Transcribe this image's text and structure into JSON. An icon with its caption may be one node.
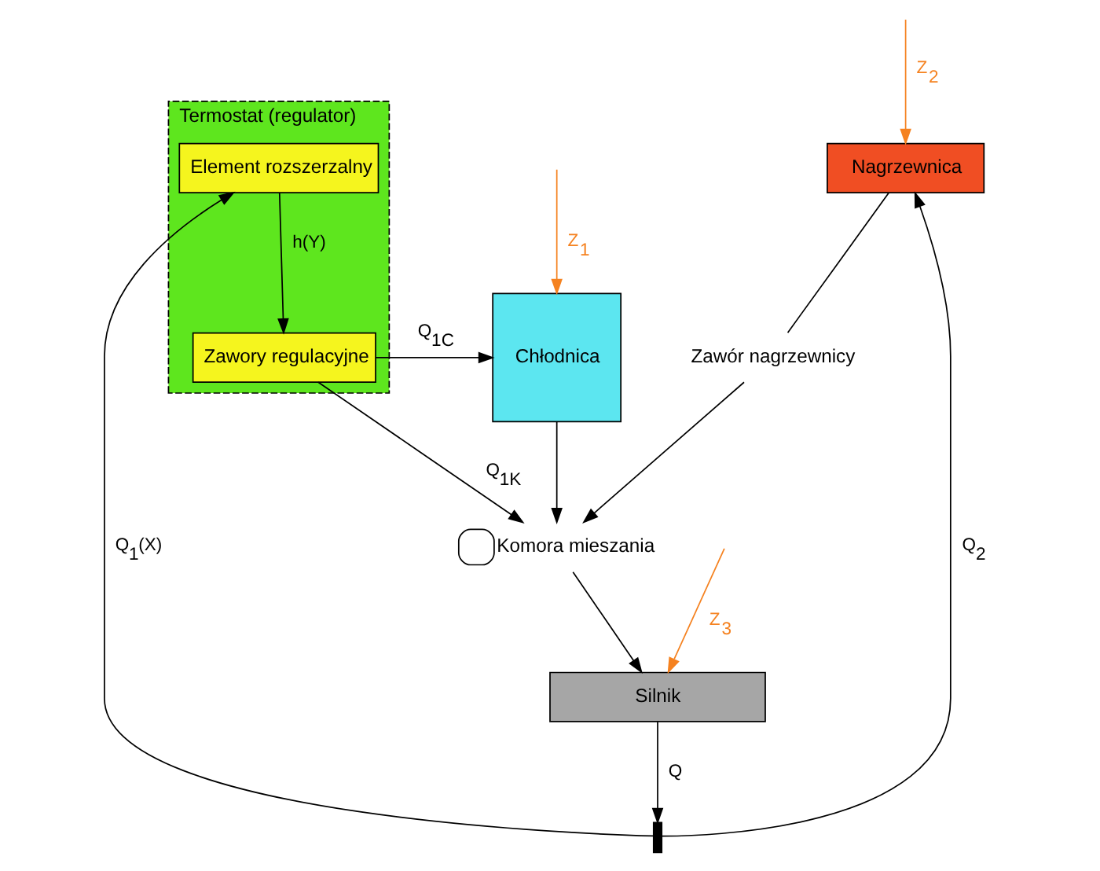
{
  "diagram": {
    "nodes": [
      {
        "text": [
          "Nagrzewnica"
        ]
      },
      {
        "text": [
          "Zawór nagrzewnicy"
        ]
      },
      {
        "text": [
          "Komora mieszania"
        ]
      },
      {
        "text": [
          "Silnik"
        ]
      },
      {
        "text": [],
        "shape": "bar"
      },
      {
        "text": [
          "Chłodnica"
        ]
      },
      {
        "text": [
          "Termostat (regulator)"
        ]
      },
      {
        "text": [
          "Zawory regulacyjne"
        ],
        "in": 6
      },
      {
        "text": [
          "Element rozszerzalny"
        ],
        "in": 6
      }
    ],
    "edges": [
      {
        "from": 4,
        "to": 0,
        "arrow": "to",
        "label": "Q$_{2}$"
      },
      {
        "from": 0,
        "to": 1,
        "arrow": "none"
      },
      {
        "from": 1,
        "to": 2,
        "arrow": "to"
      },
      {
        "from": 5,
        "to": 2,
        "arrow": "to"
      },
      {
        "from": 2,
        "to": 3,
        "arrow": "to"
      },
      {
        "from": 3,
        "to": 4,
        "arrow": "to",
        "label": "Q"
      },
      {
        "from": 4,
        "to": 8,
        "arrow": "to",
        "label": "Q$_{1}$(X)"
      },
      {
        "from": 8,
        "to": 7,
        "arrow": "to",
        "label": "h(Y)"
      },
      {
        "from": 7,
        "to": 2,
        "arrow": "to",
        "label": "Q$_{1K}$"
      },
      {
        "from": 7,
        "to": 5,
        "arrow": "to",
        "label": "Q$_{1C}$"
      },
      {
        "from": null,
        "to": 0,
        "arrow": "to",
        "label": "Z$_{2}$",
        "color": "#f58220"
      },
      {
        "from": null,
        "to": 3,
        "arrow": "to",
        "label": "Z$_{3}$",
        "color": "#f58220"
      },
      {
        "from": null,
        "to": 5,
        "arrow": "to",
        "label": "Z$_{1}$",
        "color": "#f58220"
      }
    ]
  }
}
